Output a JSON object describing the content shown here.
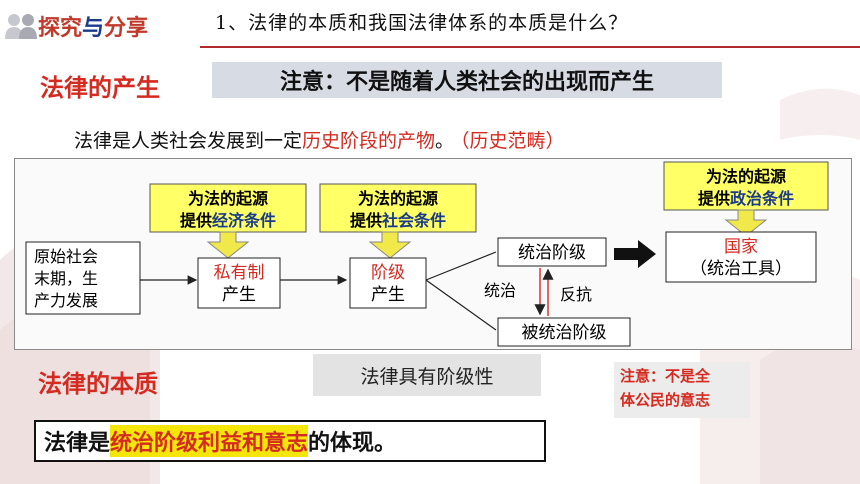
{
  "header": {
    "badge_part1": "探究",
    "badge_part2": "与",
    "badge_part3": "分享",
    "question": "1、法律的本质和我国法律体系的本质是什么？"
  },
  "section1": {
    "heading": "法律的产生",
    "note": "注意：不是随着人类社会的出现而产生",
    "sentence_prefix": "法律是人类社会发展到一定",
    "sentence_highlight": "历史阶段的产物",
    "sentence_end": "。",
    "sentence_tag": "（历史范畴）"
  },
  "diagram": {
    "start_box": [
      "原始社会",
      "末期，生",
      "产力发展"
    ],
    "box_private": [
      "私有制",
      "产生"
    ],
    "box_class": [
      "阶级",
      "产生"
    ],
    "box_ruling": "统治阶级",
    "box_ruled": "被统治阶级",
    "box_state": [
      "国家",
      "（统治工具）"
    ],
    "label_rule": "统治",
    "label_resist": "反抗",
    "cond1": {
      "line1": "为法的起源",
      "line2_prefix": "提供",
      "line2_key": "经济条件"
    },
    "cond2": {
      "line1": "为法的起源",
      "line2_prefix": "提供",
      "line2_key": "社会条件"
    },
    "cond3": {
      "line1": "为法的起源",
      "line2_prefix": "提供",
      "line2_key": "政治条件"
    }
  },
  "section2": {
    "heading": "法律的本质",
    "note_class": "法律具有阶级性",
    "note_red_line1": "注意：不是全",
    "note_red_line2": "体公民的意志",
    "final_prefix": "法律是",
    "final_highlight": "统治阶级利益和意志",
    "final_suffix": "的体现。"
  },
  "colors": {
    "red": "#d42a1f",
    "blue_key": "#1a3a8a",
    "yellow_box": "#ffff66",
    "arrow_yellow": "#f1e84a"
  }
}
